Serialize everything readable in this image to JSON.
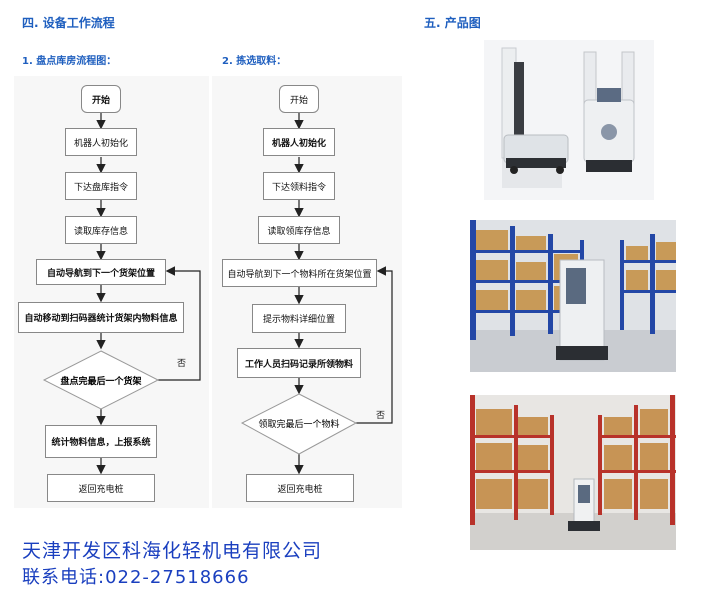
{
  "section4": {
    "title": "四. 设备工作流程"
  },
  "section5": {
    "title": "五. 产品图"
  },
  "flow1": {
    "title": "1. 盘点库房流程图：",
    "start": "开始",
    "step1": "机器人初始化",
    "step2": "下达盘库指令",
    "step3": "读取库存信息",
    "step4": "自动导航到下一个货架位置",
    "step5": "自动移动到扫码器统计货架内物料信息",
    "decision": "盘点完最后一个货架",
    "no_label": "否",
    "step6": "统计物料信息，上报系统",
    "end": "返回充电桩"
  },
  "flow2": {
    "title": "2. 拣选取料：",
    "start": "开始",
    "step1": "机器人初始化",
    "step2": "下达领料指令",
    "step3": "读取领库存信息",
    "step4": "自动导航到下一个物料所在货架位置",
    "step5": "提示物料详细位置",
    "step6": "工作人员扫码记录所领物料",
    "decision": "领取完最后一个物料",
    "no_label": "否",
    "end": "返回充电桩"
  },
  "company": {
    "name": "天津开发区科海化轻机电有限公司",
    "phone": "联系电话:022-27518666"
  },
  "colors": {
    "title_blue": "#1f5fbf",
    "company_blue": "#1a3fbf"
  },
  "photos": [
    "robot-product-photo",
    "warehouse-blue-racks-photo",
    "warehouse-red-racks-photo"
  ]
}
